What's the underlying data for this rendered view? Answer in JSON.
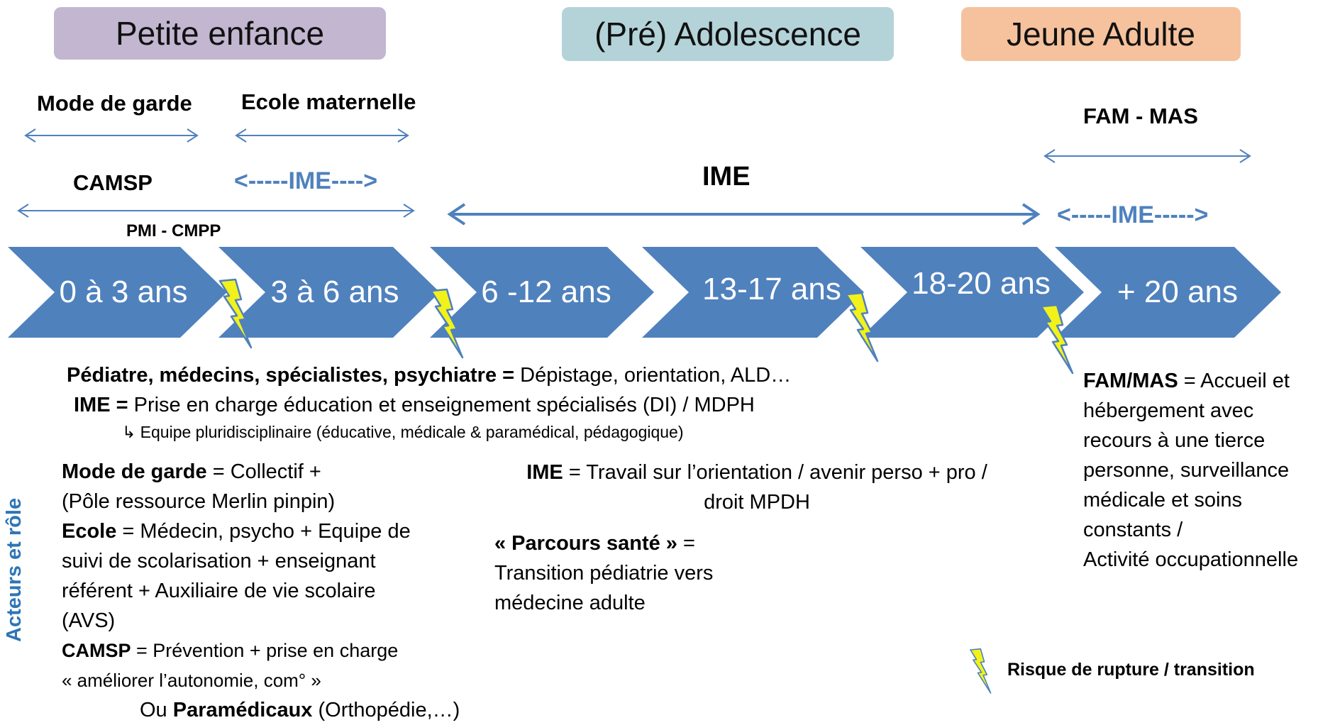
{
  "phases": [
    {
      "label": "Petite enfance",
      "color": "#c2b6d0"
    },
    {
      "label": "(Pré) Adolescence",
      "color": "#b3d3d9"
    },
    {
      "label": "Jeune  Adulte",
      "color": "#f5c29d"
    }
  ],
  "structures": {
    "mode_garde": "Mode de garde",
    "ecole_maternelle": "Ecole maternelle",
    "camsp": "CAMSP",
    "ime_dashed_left": "<-----IME---->",
    "pmi_cmpp": "PMI  - CMPP",
    "ime_main": "IME",
    "fam_mas": "FAM - MAS",
    "ime_dashed_right": "<-----IME----->"
  },
  "ages": [
    "0 à 3 ans",
    "3 à 6 ans",
    "6 -12 ans",
    "13-17 ans",
    "18-20 ans",
    "+ 20 ans"
  ],
  "colors": {
    "chevron": "#4f81bd",
    "arrow": "#4f81bd",
    "lightning": "#f2f21a",
    "side_label": "#2e75b6"
  },
  "roles": {
    "line1_bold": "Pédiatre, médecins, spécialistes, psychiatre = ",
    "line1_rest": "Dépistage, orientation, ALD…",
    "line2_bold": "IME = ",
    "line2_rest": "Prise en charge éducation et enseignement spécialisés (DI) / MDPH",
    "line3": "Equipe pluridisciplinaire (éducative, médicale & paramédical, pédagogique)"
  },
  "left_block": {
    "mode_bold": "Mode de  garde",
    "mode_rest": " = Collectif +",
    "mode_line2": "(Pôle ressource Merlin pinpin)",
    "ecole_bold": "Ecole",
    "ecole_rest": " = Médecin, psycho + Equipe de",
    "ecole_line2": "suivi de scolarisation + enseignant",
    "ecole_line3": "référent + Auxiliaire de vie scolaire",
    "ecole_line4": "(AVS)",
    "camsp_bold": "CAMSP",
    "camsp_rest": " = Prévention + prise en charge",
    "camsp_line2": "« améliorer l’autonomie, com° »",
    "ou_prefix": "Ou ",
    "para_bold": "Paramédicaux",
    "para_rest": " (Orthopédie,…)"
  },
  "middle_block": {
    "ime_bold": "IME",
    "ime_rest": " = Travail sur l’orientation / avenir perso + pro /",
    "ime_line2": "droit MPDH",
    "parcours_bold": "« Parcours santé »",
    "parcours_rest": " =",
    "parcours_line2": "Transition pédiatrie vers",
    "parcours_line3": "médecine adulte"
  },
  "right_block": {
    "fam_bold": "FAM/MAS",
    "fam_rest": " = Accueil et",
    "line2": "hébergement avec",
    "line3": "recours à une tierce",
    "line4": "personne,  surveillance",
    "line5": "médicale et soins",
    "line6": "constants /",
    "line7": "Activité occupationnelle"
  },
  "side_label": "Acteurs et rôle",
  "legend": "Risque de rupture / transition"
}
